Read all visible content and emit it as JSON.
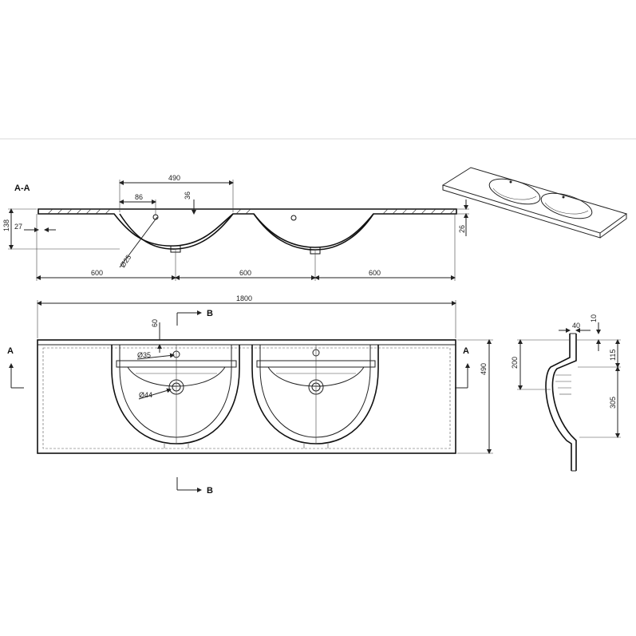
{
  "section_label": "A-A",
  "view_labels": {
    "a": "A",
    "b": "B"
  },
  "dims": {
    "d490_top": "490",
    "d86": "86",
    "d36": "36",
    "d138": "138",
    "d27": "27",
    "d26": "26",
    "d25": "Ø25",
    "d600a": "600",
    "d600b": "600",
    "d600c": "600",
    "d1800": "1800",
    "d60": "60",
    "d35": "Ø35",
    "d44": "Ø44",
    "d490_side": "490",
    "d40": "40",
    "d10": "10",
    "d200": "200",
    "d115": "115",
    "d305": "305"
  }
}
